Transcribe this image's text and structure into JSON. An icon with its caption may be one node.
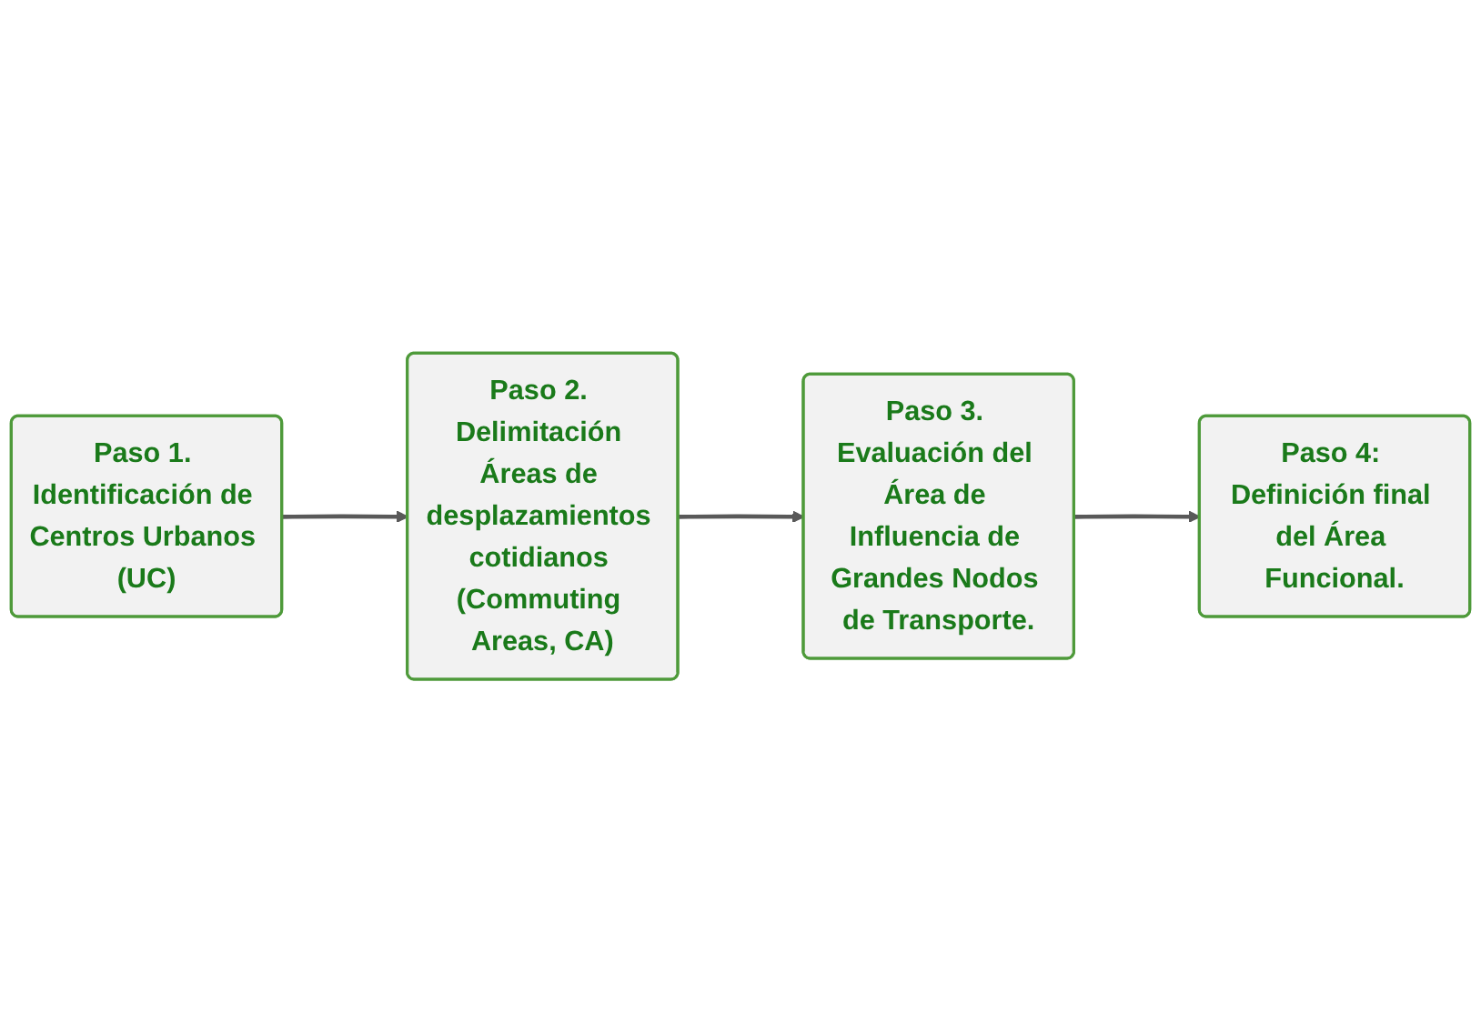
{
  "diagram": {
    "nodes": [
      {
        "text": [
          "Paso 1. Identificación de Centros Urbanos (UC)"
        ]
      },
      {
        "text": [
          "Paso 2. Delimitación Áreas de desplazamientos cotidianos (Commuting Areas, CA)"
        ]
      },
      {
        "text": [
          "Paso 3. Evaluación del Área de Influencia de Grandes Nodos de Transporte."
        ]
      },
      {
        "text": [
          "Paso 4: Definición final del Área Funcional."
        ]
      }
    ],
    "edges": [
      {
        "from": 0,
        "to": 1,
        "arrow": "to"
      },
      {
        "from": 1,
        "to": 2,
        "arrow": "to"
      },
      {
        "from": 2,
        "to": 3,
        "arrow": "to"
      }
    ]
  }
}
